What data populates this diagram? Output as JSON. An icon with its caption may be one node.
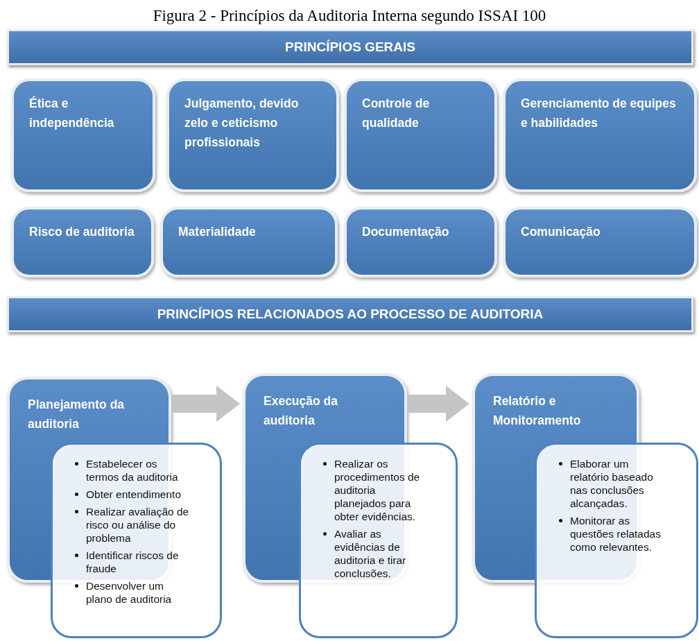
{
  "diagram": {
    "title": "Figura 2 - Princípios da Auditoria Interna segundo ISSAI 100",
    "nodes": [
      {
        "text": [
          "PRINCÍPIOS GERAIS"
        ]
      },
      {
        "text": [
          "Ética e independência"
        ]
      },
      {
        "text": [
          "Julgamento, devido zelo e ceticismo profissionais"
        ]
      },
      {
        "text": [
          "Controle de qualidade"
        ]
      },
      {
        "text": [
          "Gerenciamento de equipes e habilidades"
        ]
      },
      {
        "text": [
          "Risco de auditoria"
        ]
      },
      {
        "text": [
          "Materialidade"
        ]
      },
      {
        "text": [
          "Documentação"
        ]
      },
      {
        "text": [
          "Comunicação"
        ]
      },
      {
        "text": [
          "PRINCÍPIOS RELACIONADOS AO PROCESSO DE AUDITORIA"
        ]
      },
      {
        "text": [
          "Planejamento da auditoria"
        ]
      },
      {
        "text": [
          "Estabelecer os termos da auditoria",
          "Obter entendimento",
          "Realizar avaliação de risco ou análise do problema",
          "Identificar riscos de fraude",
          "Desenvolver um plano de auditoria"
        ]
      },
      {
        "text": [
          "Execução da auditoria"
        ]
      },
      {
        "text": [
          "Realizar os procedimentos de auditoria planejados para obter evidências.",
          "Avaliar as evidências de auditoria e tirar conclusões."
        ]
      },
      {
        "text": [
          "Relatório e Monitoramento"
        ]
      },
      {
        "text": [
          "Elaborar um relatório baseado nas conclusões alcançadas.",
          "Monitorar as questões relatadas como relevantes."
        ]
      }
    ],
    "edges": [
      {
        "from": 10,
        "to": 12,
        "arrow": "to"
      },
      {
        "from": 12,
        "to": 14,
        "arrow": "to"
      }
    ]
  }
}
